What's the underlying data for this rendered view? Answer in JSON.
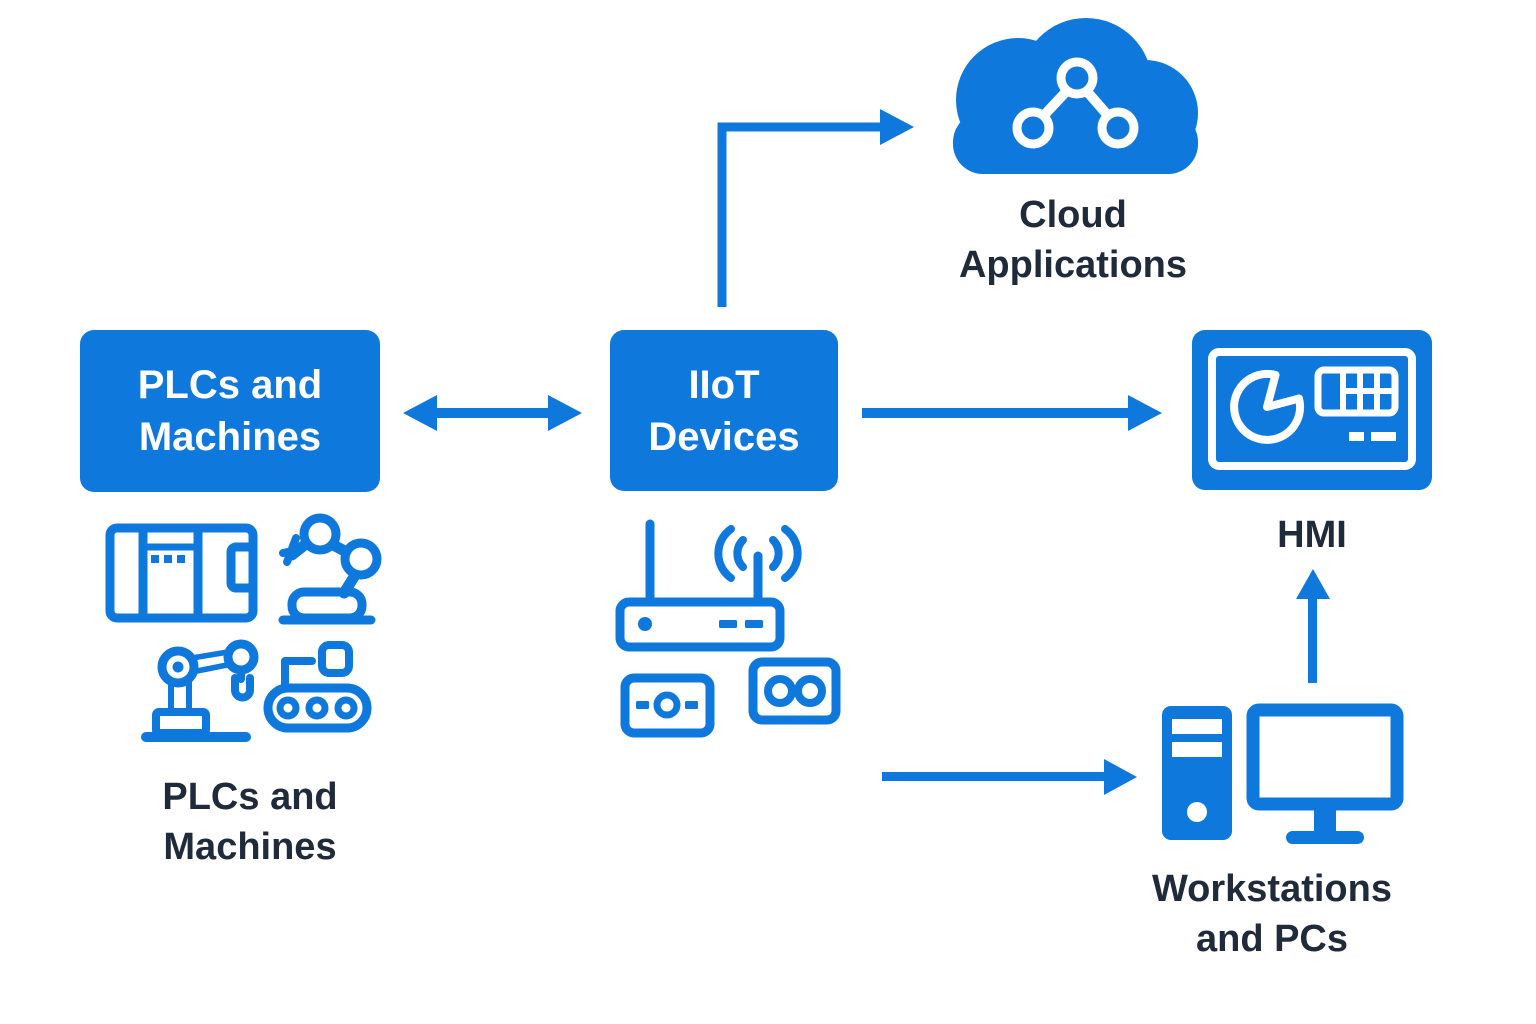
{
  "palette": {
    "primary_blue": "#0f78dc",
    "label_dark": "#1f2a3a",
    "box_text_white": "#ffffff",
    "background": "#ffffff"
  },
  "nodes": {
    "plcs_box": {
      "label": "PLCs and\nMachines"
    },
    "iiot_box": {
      "label": "IIoT\nDevices"
    },
    "cloud": {
      "caption": "Cloud\nApplications",
      "icon": "cloud-network-icon"
    },
    "machines_group": {
      "caption": "PLCs and\nMachines",
      "icons": [
        "plc-controller-icon",
        "robot-arm-icon",
        "robot-arm-2-icon",
        "conveyor-machine-icon"
      ]
    },
    "iiot_devices_group": {
      "icons": [
        "wireless-router-icon",
        "sensor-module-icon",
        "io-module-icon"
      ]
    },
    "hmi": {
      "caption": "HMI",
      "icon": "hmi-panel-icon"
    },
    "workstations": {
      "caption": "Workstations\nand PCs",
      "icon": "desktop-workstation-icon"
    }
  },
  "arrows": [
    {
      "from": "PLCs and Machines",
      "to": "IIoT Devices",
      "direction": "bidirectional"
    },
    {
      "from": "IIoT Devices",
      "to": "Cloud Applications",
      "direction": "one-way"
    },
    {
      "from": "IIoT Devices",
      "to": "HMI",
      "direction": "one-way"
    },
    {
      "from": "IIoT Devices",
      "to": "Workstations and PCs",
      "direction": "one-way"
    },
    {
      "from": "Workstations and PCs",
      "to": "HMI",
      "direction": "one-way"
    }
  ]
}
